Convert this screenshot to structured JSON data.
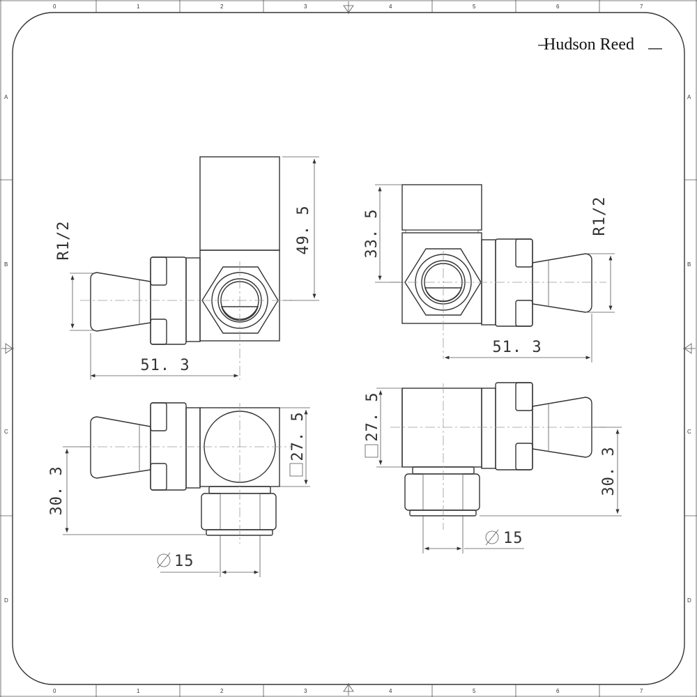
{
  "brand": {
    "name": "Hudson Reed"
  },
  "border": {
    "columns": [
      "0",
      "1",
      "2",
      "3",
      "4",
      "5",
      "6",
      "7"
    ],
    "rows": [
      "A",
      "B",
      "C",
      "D"
    ]
  },
  "views": {
    "top_left": {
      "dim_height": "49. 5",
      "dim_length": "51. 3",
      "thread": "R1/2"
    },
    "top_right": {
      "dim_height": "33. 5",
      "dim_length": "51. 3",
      "thread": "R1/2"
    },
    "bottom_left": {
      "dim_square": "27. 5",
      "dim_offset": "30. 3",
      "dim_pipe": "15"
    },
    "bottom_right": {
      "dim_square": "27. 5",
      "dim_offset": "30. 3",
      "dim_pipe": "15"
    }
  },
  "colors": {
    "line": "#333333",
    "background": "#ffffff"
  }
}
